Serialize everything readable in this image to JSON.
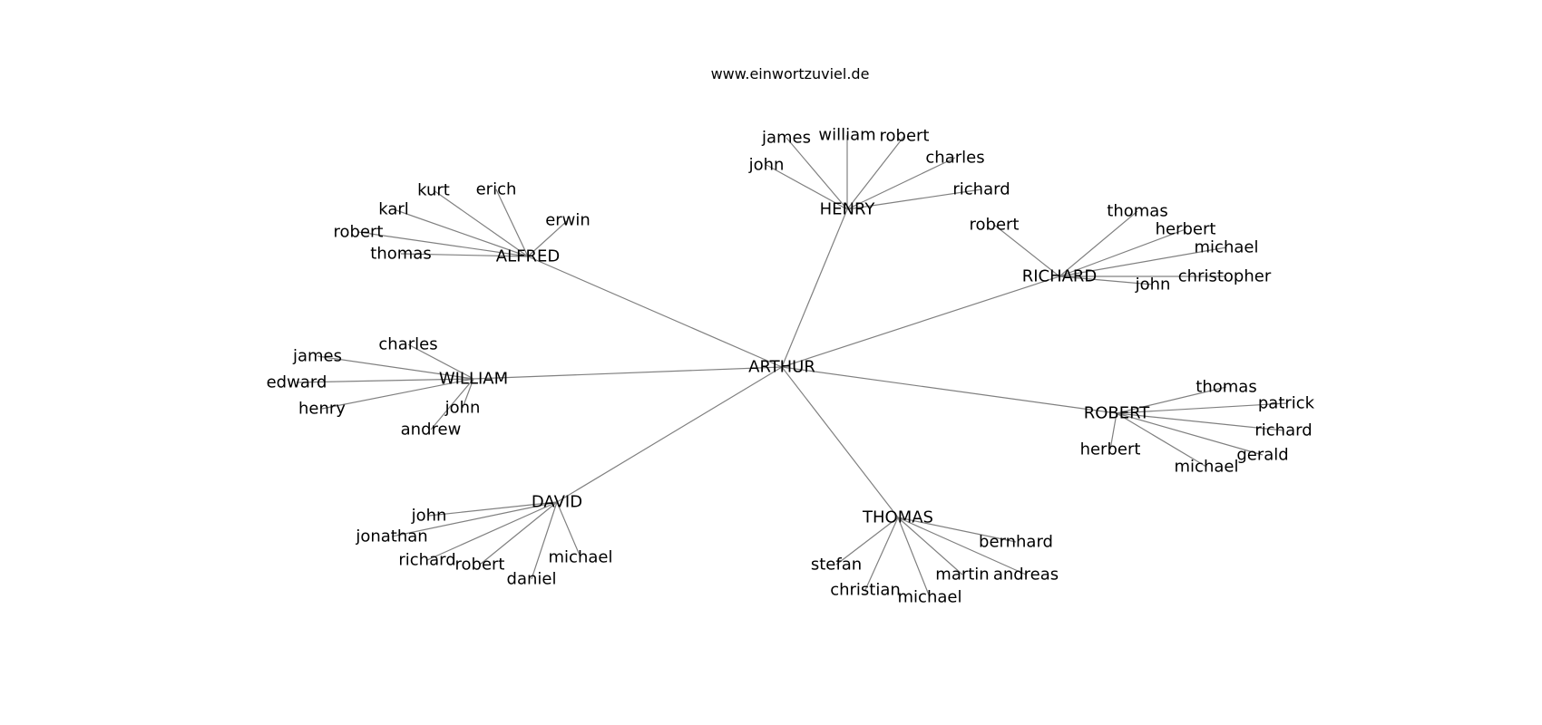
{
  "header": {
    "title": "www.einwortzuviel.de"
  },
  "graph": {
    "root": "ARTHUR",
    "clusters": [
      {
        "name": "HENRY",
        "children": [
          "james",
          "william",
          "robert",
          "john",
          "charles",
          "richard"
        ]
      },
      {
        "name": "ALFRED",
        "children": [
          "kurt",
          "erich",
          "karl",
          "erwin",
          "robert",
          "thomas"
        ]
      },
      {
        "name": "RICHARD",
        "children": [
          "robert",
          "thomas",
          "herbert",
          "michael",
          "christopher",
          "john"
        ]
      },
      {
        "name": "WILLIAM",
        "children": [
          "charles",
          "james",
          "edward",
          "henry",
          "john",
          "andrew"
        ]
      },
      {
        "name": "ROBERT",
        "children": [
          "thomas",
          "patrick",
          "richard",
          "herbert",
          "gerald",
          "michael"
        ]
      },
      {
        "name": "DAVID",
        "children": [
          "john",
          "jonathan",
          "richard",
          "robert",
          "michael",
          "daniel"
        ]
      },
      {
        "name": "THOMAS",
        "children": [
          "bernhard",
          "stefan",
          "martin",
          "andreas",
          "christian",
          "michael"
        ]
      }
    ]
  },
  "colors": {
    "edge": "#808080",
    "text": "#000000",
    "background": "#ffffff"
  }
}
